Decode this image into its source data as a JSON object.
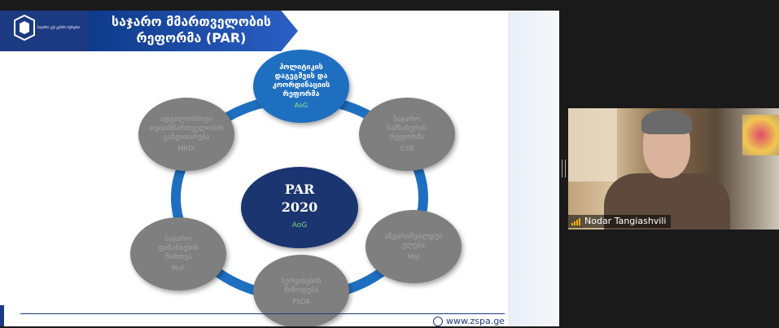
{
  "slide": {
    "title_line1": "საჯარო მმართველობის",
    "title_line2": "რეფორმა (PAR)",
    "logo_text": "საჯარო ვებ კერძო სერვისი",
    "footer_url": "www.zspa.ge",
    "center": {
      "line1": "PAR",
      "line2": "2020",
      "abbr": "AoG"
    },
    "nodes": {
      "top": {
        "text": "პოლიტიკის დაგეგმვის და კოორდინაციის რეფორმა",
        "abbr": "AoG"
      },
      "upper_right": {
        "text": "საჯარო სამსახურის რეფორმა",
        "abbr": "CSB"
      },
      "lower_right": {
        "text": "ანგარიშვალდებ ულება",
        "abbr": "MoJ"
      },
      "bottom": {
        "text": "სერვისების მიწოდება",
        "abbr": "PSDA"
      },
      "lower_left": {
        "text": "საჯარო ფინანსების მართვა",
        "abbr": "MoF"
      },
      "upper_left": {
        "text": "ადგილობრივი თვითმმართველობის განვითარება",
        "abbr": "MRDI"
      }
    }
  },
  "participant": {
    "name": "Nodar Tangiashvili"
  },
  "colors": {
    "ring": "#1f6fc1",
    "accent": "#1c3a82"
  }
}
